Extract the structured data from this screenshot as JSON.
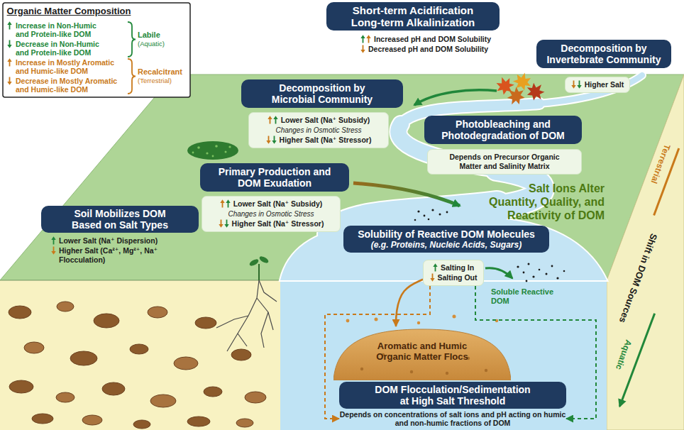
{
  "diagram": {
    "nodes": [
      {
        "text": [
          "Short-term Acidification Long-term Alkalinization",
          "Increased pH and DOM Solubility",
          "Decreased pH and DOM Solubility"
        ]
      },
      {
        "text": [
          "Decomposition by Invertebrate Community"
        ]
      },
      {
        "text": [
          "Higher Salt"
        ]
      },
      {
        "text": [
          "Decomposition by Microbial Community"
        ]
      },
      {
        "text": [
          "Lower Salt (Na⁺ Subsidy)",
          "Changes in Osmotic Stress",
          "Higher Salt (Na⁺ Stressor)"
        ]
      },
      {
        "text": [
          "Photobleaching and Photodegradation of DOM"
        ]
      },
      {
        "text": [
          "Depends on Precursor Organic Matter and Salinity Matrix"
        ]
      },
      {
        "text": [
          "Primary Production and DOM Exudation"
        ]
      },
      {
        "text": [
          "Lower Salt (Na⁺ Subsidy)",
          "Changes in Osmotic Stress",
          "Higher Salt (Na⁺ Stressor)"
        ]
      },
      {
        "text": [
          "Soil Mobilizes DOM Based on Salt Types",
          "Lower Salt (Na⁺ Dispersion)",
          "Higher Salt (Ca²⁺, Mg²⁺, Na⁺ Flocculation)"
        ]
      },
      {
        "text": [
          "Solubility of Reactive DOM Molecules",
          "(e.g. Proteins, Nucleic Acids, Sugars)"
        ]
      },
      {
        "text": [
          "Salting In",
          "Salting Out"
        ]
      },
      {
        "text": [
          "Aromatic and Humic Organic Matter Flocs"
        ]
      },
      {
        "text": [
          "DOM Flocculation/Sedimentation at High Salt Threshold",
          "Depends on concentrations of salt ions and pH acting on humic and non-humic fractions of DOM"
        ]
      }
    ],
    "edges": [
      {
        "from": 11,
        "to": 12,
        "arrow": "to"
      },
      {
        "from": 11,
        "to": 13,
        "arrow": "to"
      },
      {
        "from": 11,
        "to": 13,
        "arrow": "to"
      }
    ],
    "labels": [
      "Organic Matter Composition",
      "Labile",
      "(Aquatic)",
      "Recalcitrant",
      "(Terrestrial)",
      "Salt Ions Alter Quantity, Quality, and Reactivity of DOM",
      "Soluble Reactive DOM",
      "Terrestrial",
      "Shift in DOM Sources",
      "Aquatic"
    ],
    "legend": [
      {
        "text": "Increase in Non-Humic and Protein-like DOM"
      },
      {
        "text": "Decrease in Non-Humic and Protein-like DOM"
      },
      {
        "text": "Increase in Mostly Aromatic and Humic-like DOM"
      },
      {
        "text": "Decrease in Mostly Aromatic and Humic-like DOM"
      }
    ]
  }
}
